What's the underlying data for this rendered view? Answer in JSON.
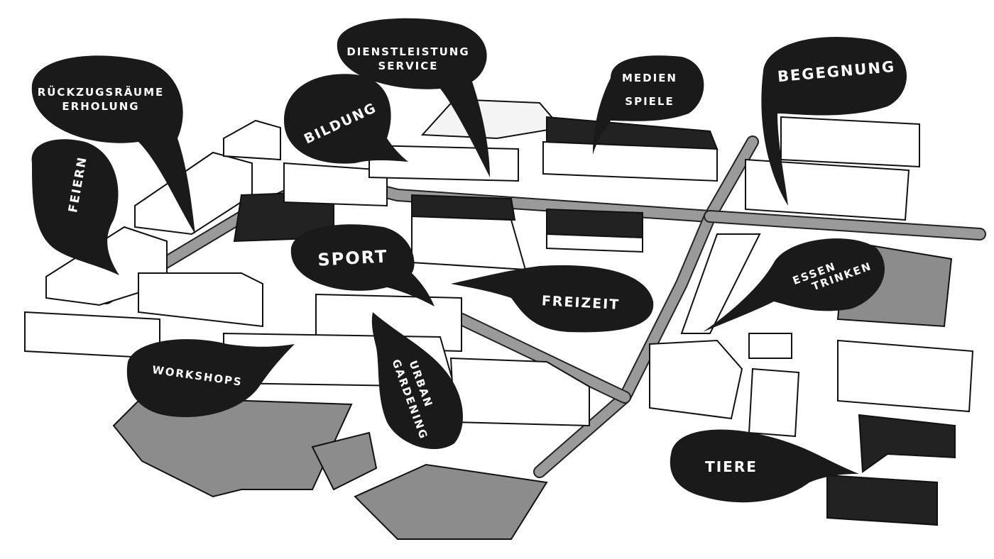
{
  "illustration": {
    "colors": {
      "bubble": "#1a1a1a",
      "text": "#ffffff",
      "road": "#9a9a9a",
      "field": "#8c8c8c"
    },
    "bubbles": {
      "rueckzug": {
        "line1": "RÜCKZUGSRÄUME",
        "line2": "ERHOLUNG"
      },
      "dienst": {
        "line1": "DIENSTLEISTUNG",
        "line2": "SERVICE"
      },
      "bildung": {
        "label": "BILDUNG"
      },
      "medien": {
        "line1": "MEDIEN",
        "line2": "SPIELE"
      },
      "begegnung": {
        "label": "BEGEGNUNG"
      },
      "feiern": {
        "label": "FEIERN"
      },
      "sport": {
        "label": "SPORT"
      },
      "freizeit": {
        "label": "FREIZEIT"
      },
      "essen": {
        "line1": "ESSEN",
        "line2": "TRINKEN"
      },
      "workshops": {
        "label": "WORKSHOPS"
      },
      "urban": {
        "line1": "URBAN",
        "line2": "GARDENING"
      },
      "tiere": {
        "label": "TIERE"
      }
    }
  }
}
